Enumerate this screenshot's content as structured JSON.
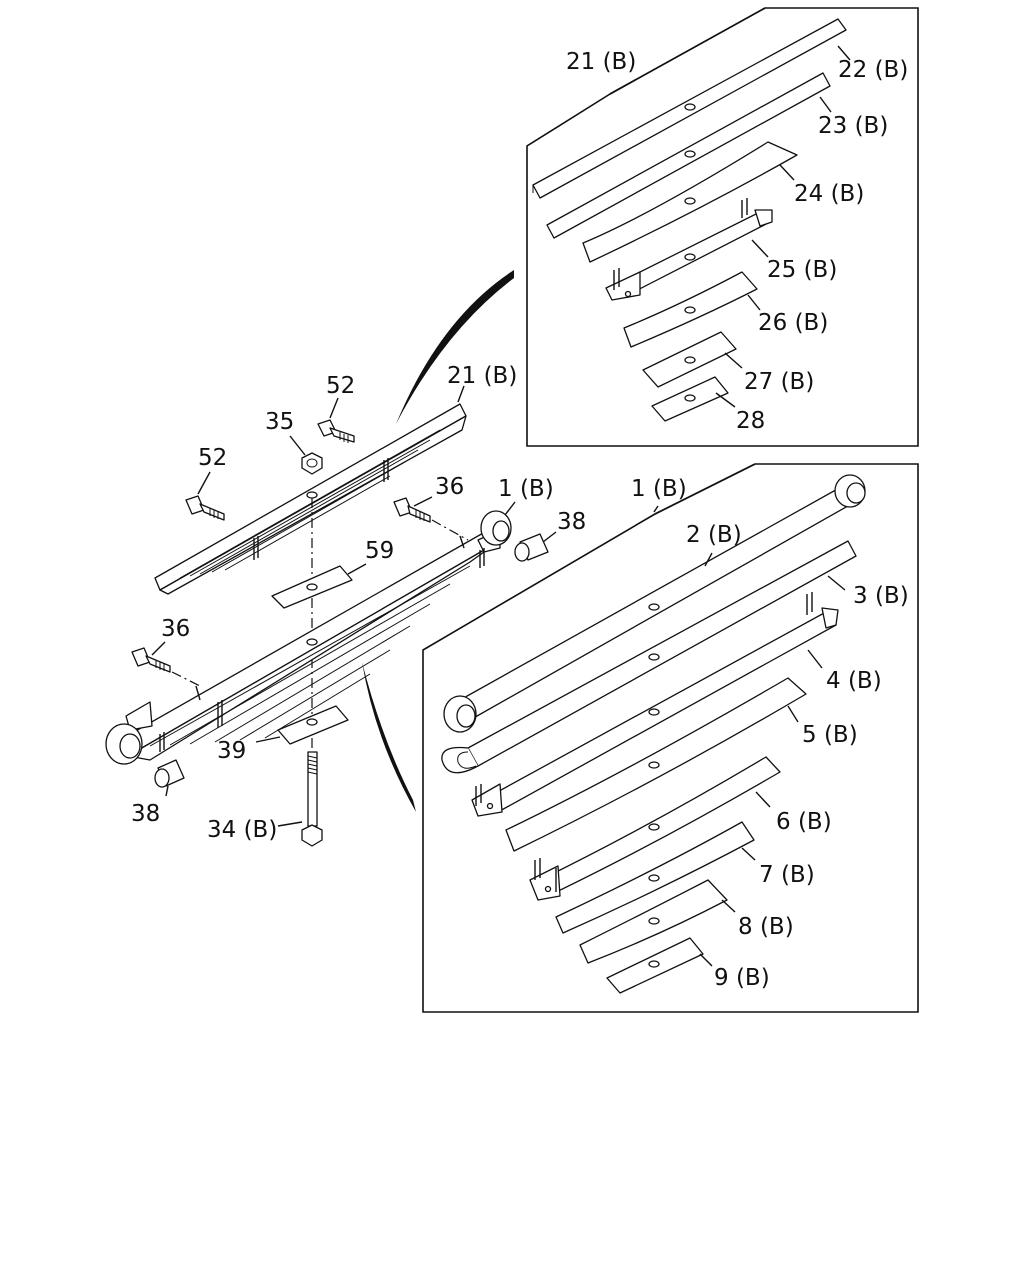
{
  "labels": {
    "upper_21b": "21 (B)",
    "upper_22b": "22 (B)",
    "upper_23b": "23 (B)",
    "upper_24b": "24 (B)",
    "upper_25b": "25 (B)",
    "upper_26b": "26 (B)",
    "upper_27b": "27 (B)",
    "upper_28": "28",
    "main_52a": "52",
    "main_52b": "52",
    "main_35": "35",
    "main_21b": "21 (B)",
    "main_36a": "36",
    "main_36b": "36",
    "main_1b": "1 (B)",
    "main_38a": "38",
    "main_38b": "38",
    "main_59": "59",
    "main_39": "39",
    "main_34b": "34 (B)",
    "lower_1b": "1 (B)",
    "lower_2b": "2 (B)",
    "lower_3b": "3 (B)",
    "lower_4b": "4 (B)",
    "lower_5b": "5 (B)",
    "lower_6b": "6 (B)",
    "lower_7b": "7 (B)",
    "lower_8b": "8 (B)",
    "lower_9b": "9 (B)"
  }
}
